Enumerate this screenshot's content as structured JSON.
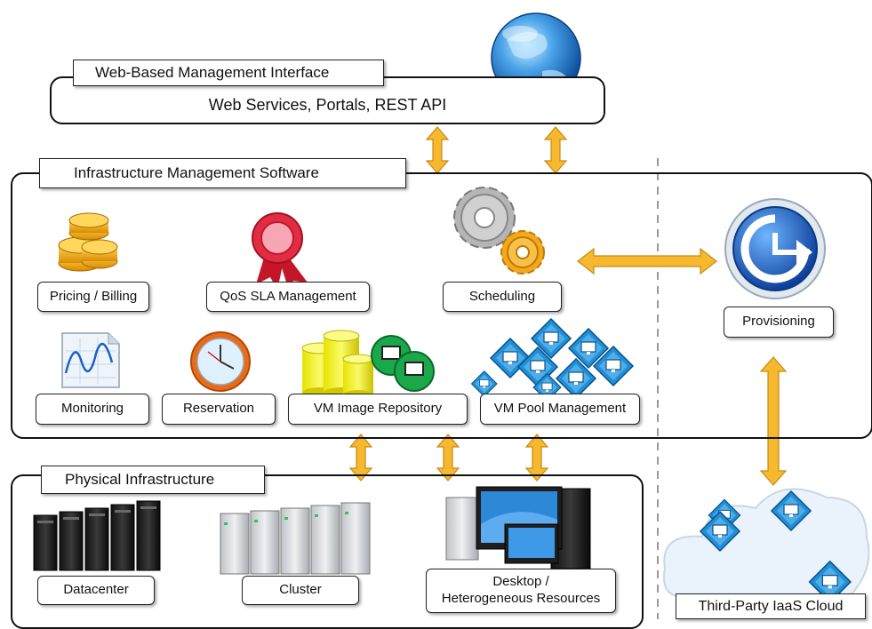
{
  "web": {
    "title": "Web-Based Management Interface",
    "subtitle": "Web Services, Portals, REST API"
  },
  "ims": {
    "title": "Infrastructure Management Software",
    "components": {
      "pricing": "Pricing / Billing",
      "qos": "QoS SLA Management",
      "scheduling": "Scheduling",
      "monitoring": "Monitoring",
      "reservation": "Reservation",
      "vm_repo": "VM Image Repository",
      "vm_pool": "VM Pool Management"
    }
  },
  "provisioning": {
    "label": "Provisioning"
  },
  "physical": {
    "title": "Physical Infrastructure",
    "datacenter": "Datacenter",
    "cluster": "Cluster",
    "desktop_line1": "Desktop /",
    "desktop_line2": "Heterogeneous Resources"
  },
  "cloud": {
    "label": "Third-Party IaaS Cloud"
  },
  "colors": {
    "arrow": "#f5b82e",
    "arrow_stroke": "#c98a10",
    "globe": "#2a7fd4",
    "provision": "#1f5fc4",
    "vm_tile": "#1e90d6",
    "gear": "#9a9a9a",
    "gear_accent": "#f2a91f"
  },
  "icons": [
    "globe-icon",
    "coins-icon",
    "ribbon-icon",
    "gears-icon",
    "monitor-chart-icon",
    "clock-icon",
    "database-icon",
    "vm-tiles-icon",
    "provisioning-icon",
    "server-rack-icon",
    "cluster-icon",
    "desktop-icon",
    "cloud-icon"
  ]
}
